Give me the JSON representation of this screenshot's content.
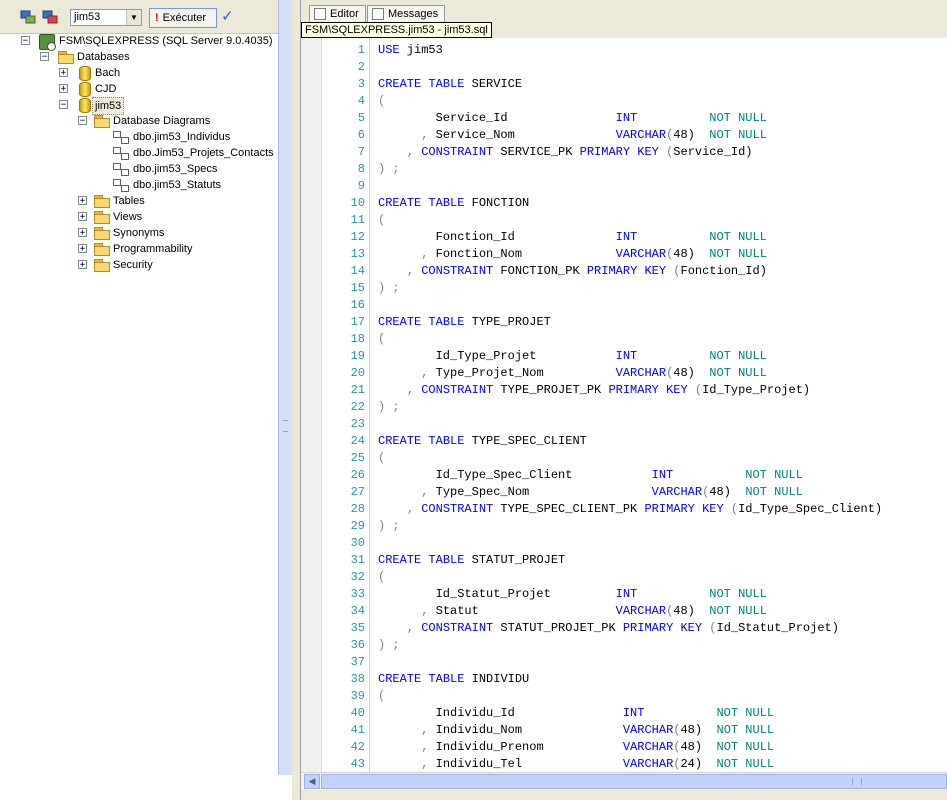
{
  "toolbar": {
    "database": "jim53",
    "execute_label": "Exécuter",
    "icons": [
      "connect-icon",
      "disconnect-icon",
      "execute-bang-icon",
      "parse-check-icon"
    ]
  },
  "tree": {
    "server": "FSM\\SQLEXPRESS (SQL Server 9.0.4035)",
    "databases": "Databases",
    "db_bach": "Bach",
    "db_cjd": "CJD",
    "db_jim53": "jim53",
    "diagrams_folder": "Database Diagrams",
    "diagrams": [
      "dbo.jim53_Individus",
      "dbo.Jim53_Projets_Contacts",
      "dbo.jim53_Specs",
      "dbo.jim53_Statuts"
    ],
    "folders": [
      "Tables",
      "Views",
      "Synonyms",
      "Programmability",
      "Security"
    ]
  },
  "tabs": {
    "editor": "Editor",
    "messages": "Messages"
  },
  "tooltip": "FSM\\SQLEXPRESS.jim53 - jim53.sql",
  "code_lines": [
    "USE jim53",
    "",
    "CREATE TABLE SERVICE",
    "(",
    "        Service_Id               INT          NOT NULL",
    "      , Service_Nom              VARCHAR(48)  NOT NULL",
    "    , CONSTRAINT SERVICE_PK PRIMARY KEY (Service_Id)",
    ") ;",
    "",
    "CREATE TABLE FONCTION",
    "(",
    "        Fonction_Id              INT          NOT NULL",
    "      , Fonction_Nom             VARCHAR(48)  NOT NULL",
    "    , CONSTRAINT FONCTION_PK PRIMARY KEY (Fonction_Id)",
    ") ;",
    "",
    "CREATE TABLE TYPE_PROJET",
    "(",
    "        Id_Type_Projet           INT          NOT NULL",
    "      , Type_Projet_Nom          VARCHAR(48)  NOT NULL",
    "    , CONSTRAINT TYPE_PROJET_PK PRIMARY KEY (Id_Type_Projet)",
    ") ;",
    "",
    "CREATE TABLE TYPE_SPEC_CLIENT",
    "(",
    "        Id_Type_Spec_Client           INT          NOT NULL",
    "      , Type_Spec_Nom                 VARCHAR(48)  NOT NULL",
    "    , CONSTRAINT TYPE_SPEC_CLIENT_PK PRIMARY KEY (Id_Type_Spec_Client)",
    ") ;",
    "",
    "CREATE TABLE STATUT_PROJET",
    "(",
    "        Id_Statut_Projet         INT          NOT NULL",
    "      , Statut                   VARCHAR(48)  NOT NULL",
    "    , CONSTRAINT STATUT_PROJET_PK PRIMARY KEY (Id_Statut_Projet)",
    ") ;",
    "",
    "CREATE TABLE INDIVIDU",
    "(",
    "        Individu_Id               INT          NOT NULL",
    "      , Individu_Nom              VARCHAR(48)  NOT NULL",
    "      , Individu_Prenom           VARCHAR(48)  NOT NULL",
    "      , Individu_Tel              VARCHAR(24)  NOT NULL"
  ],
  "colors": {
    "keyword": "#0000ff",
    "line_number": "#2b91af",
    "not_null": "#008080",
    "punct": "#808080"
  }
}
